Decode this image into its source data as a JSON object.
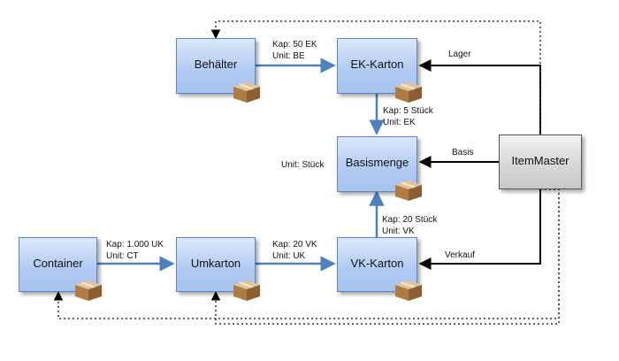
{
  "nodes": {
    "behaelter": "Behälter",
    "ek_karton": "EK-Karton",
    "basismenge": "Basismenge",
    "itemmaster": "ItemMaster",
    "container": "Container",
    "umkarton": "Umkarton",
    "vk_karton": "VK-Karton"
  },
  "edges": {
    "behaelter_ek": {
      "kap": "Kap: 50 EK",
      "unit": "Unit: BE"
    },
    "ek_basis": {
      "kap": "Kap: 5 Stück",
      "unit": "Unit: EK"
    },
    "basis_unit": "Unit: Stück",
    "vk_basis": {
      "kap": "Kap: 20 Stück",
      "unit": "Unit: VK"
    },
    "container_um": {
      "kap": "Kap: 1.000 UK",
      "unit": "Unit: CT"
    },
    "um_vk": {
      "kap": "Kap: 20 VK",
      "unit": "Unit: UK"
    },
    "lager": "Lager",
    "basis": "Basis",
    "verkauf": "Verkauf"
  },
  "colors": {
    "arrow_blue": "#4f81bd",
    "node_blue": "#b3ccf3",
    "master_gray": "#d5d5d5"
  },
  "icons": [
    "cardboard-box-icon"
  ]
}
